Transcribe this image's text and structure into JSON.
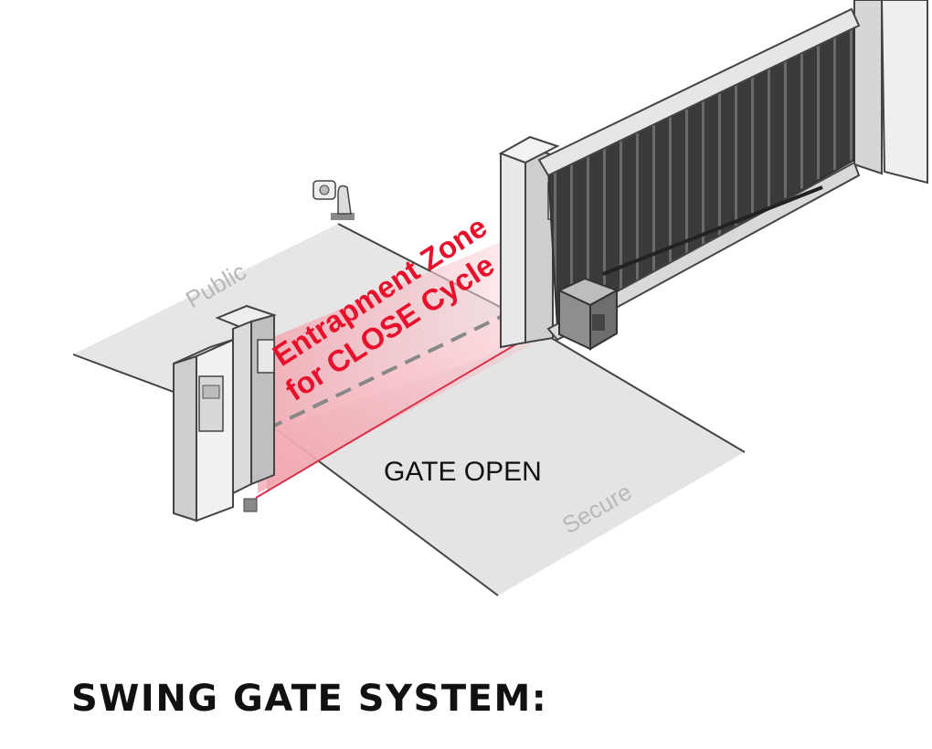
{
  "diagram": {
    "public_label": "Public",
    "secure_label": "Secure",
    "zone_line1": "Entrapment Zone",
    "zone_line2": "for CLOSE Cycle",
    "gate_state": "GATE OPEN"
  },
  "caption": "SWING GATE SYSTEM:",
  "colors": {
    "zone_red": "#e8102b",
    "ground": "#e3e3e3",
    "gate_dark": "#3e3e3e"
  }
}
